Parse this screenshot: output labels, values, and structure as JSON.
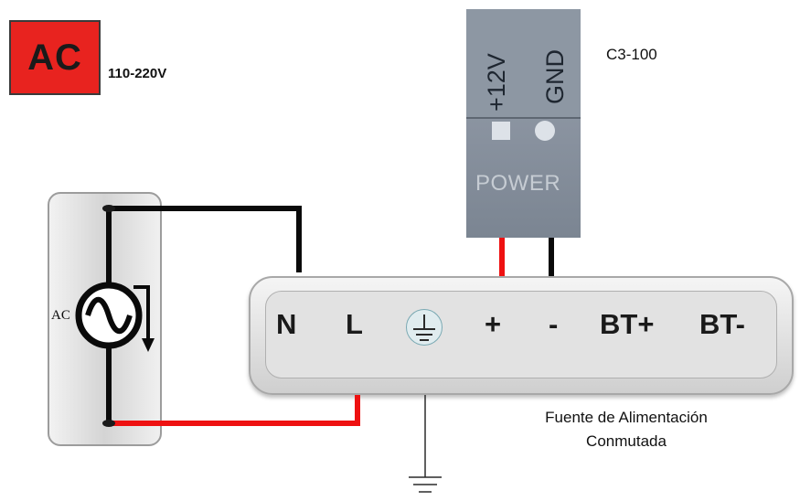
{
  "ac_badge": {
    "label": "AC",
    "voltage": "110-220V",
    "color": "#e8231f"
  },
  "module": {
    "name": "C3-100",
    "terminal_left": "+12V",
    "terminal_right": "GND",
    "power_label": "POWER",
    "body_color": "#8d97a3"
  },
  "ac_source": {
    "label": "AC"
  },
  "psu": {
    "terminals": [
      "N",
      "L",
      "+",
      "-",
      "BT+",
      "BT-"
    ],
    "ground_icon": "earth-ground-icon",
    "caption_line1": "Fuente de Alimentación",
    "caption_line2": "Conmutada"
  },
  "wires": {
    "black": "#0a0a0a",
    "red": "#ee1111"
  }
}
